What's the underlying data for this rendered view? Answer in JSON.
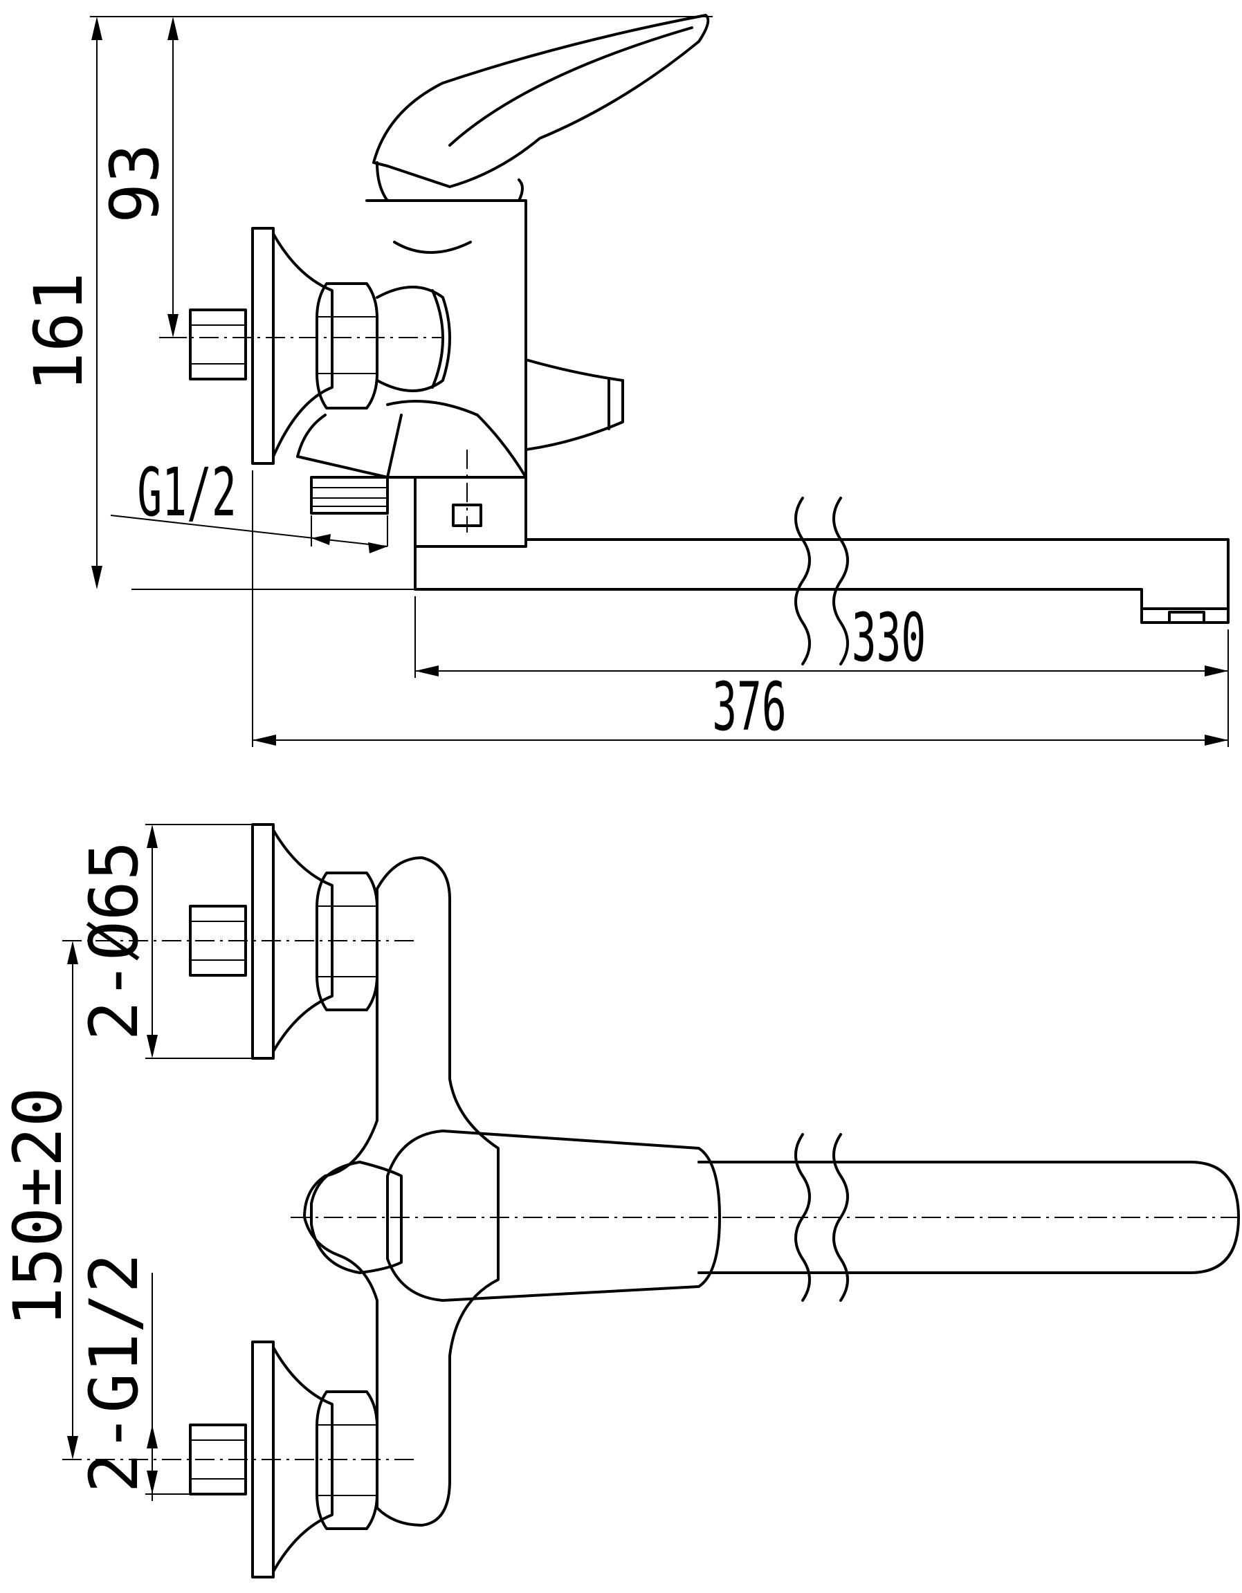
{
  "top_view_dimensions": {
    "height_total": "161",
    "height_handle": "93",
    "thread": "G1/2",
    "spout_length": "330",
    "overall_length": "376"
  },
  "bottom_view_dimensions": {
    "flange_diameter": "2-Ø65",
    "center_distance": "150±20",
    "inlet_thread": "2-G1/2"
  }
}
